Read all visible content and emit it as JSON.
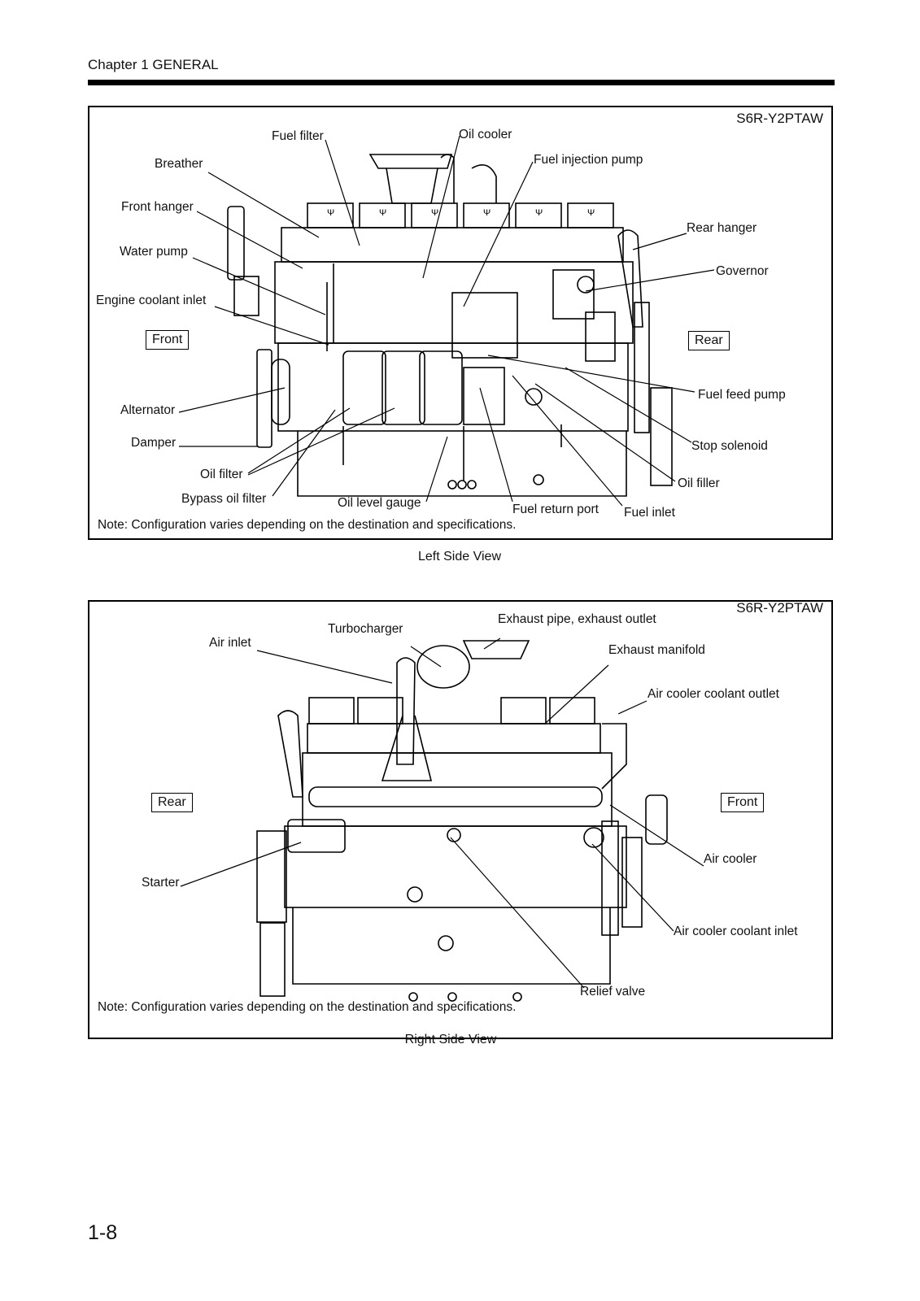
{
  "header": {
    "chapter": "Chapter 1 GENERAL"
  },
  "left_view": {
    "model": "S6R-Y2PTAW",
    "caption": "Left Side View",
    "note": "Note: Configuration varies depending on the destination and specifications.",
    "front_box": "Front",
    "rear_box": "Rear",
    "labels": {
      "fuel_filter": "Fuel filter",
      "oil_cooler": "Oil cooler",
      "breather": "Breather",
      "fuel_injection_pump": "Fuel injection pump",
      "front_hanger": "Front hanger",
      "rear_hanger": "Rear hanger",
      "water_pump": "Water pump",
      "governor": "Governor",
      "engine_coolant_inlet": "Engine coolant inlet",
      "fuel_feed_pump": "Fuel feed pump",
      "alternator": "Alternator",
      "damper": "Damper",
      "stop_solenoid": "Stop solenoid",
      "oil_filter": "Oil filter",
      "oil_filler": "Oil filler",
      "bypass_oil_filter": "Bypass oil filter",
      "oil_level_gauge": "Oil level gauge",
      "fuel_return_port": "Fuel return port",
      "fuel_inlet": "Fuel inlet"
    }
  },
  "right_view": {
    "model": "S6R-Y2PTAW",
    "caption": "Right Side View",
    "note": "Note: Configuration varies depending on the destination and specifications.",
    "rear_box": "Rear",
    "front_box": "Front",
    "labels": {
      "exhaust_pipe": "Exhaust pipe, exhaust outlet",
      "turbocharger": "Turbocharger",
      "air_inlet": "Air inlet",
      "exhaust_manifold": "Exhaust manifold",
      "air_cooler_coolant_outlet": "Air cooler coolant outlet",
      "air_cooler": "Air cooler",
      "starter": "Starter",
      "air_cooler_coolant_inlet": "Air cooler coolant inlet",
      "relief_valve": "Relief valve"
    }
  },
  "page_number": "1-8"
}
